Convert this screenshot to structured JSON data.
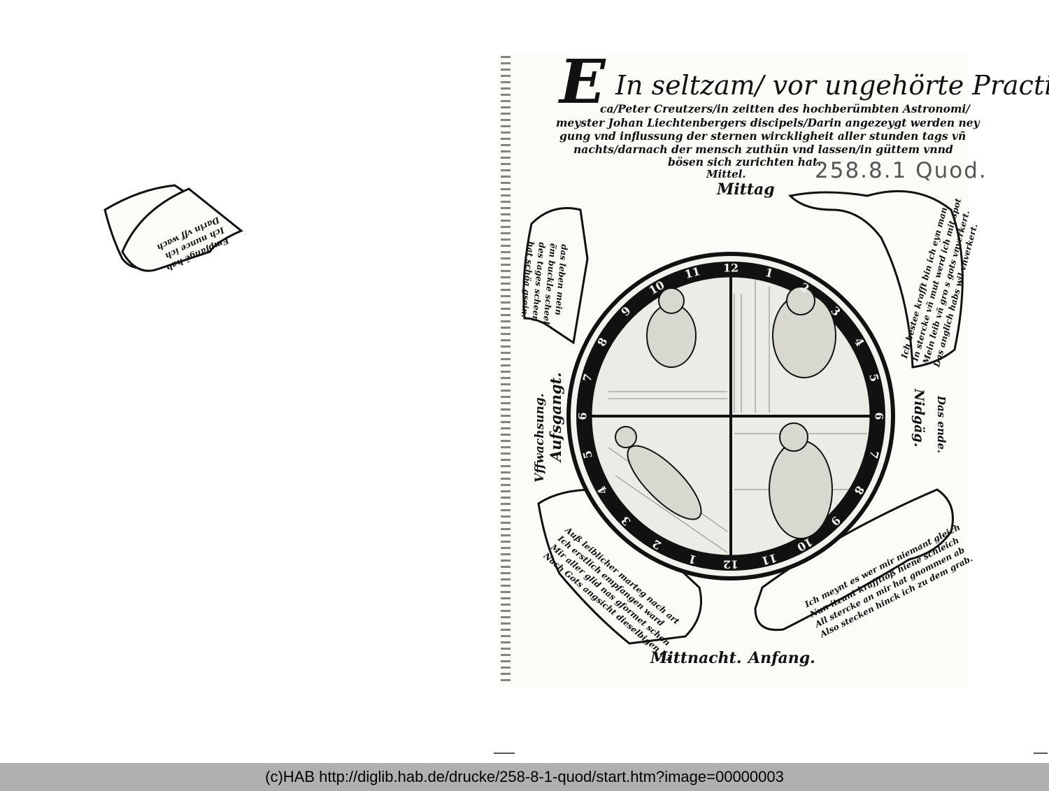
{
  "title": {
    "initial": "E",
    "line1": "In seltzam/ vor ungehörte Practi",
    "lines": [
      "ca/Peter Creutzers/in zeitten des hochberümbten Astronomi/",
      "meyster Johan Liechtenbergers discipels/Darin angezeygt werden ney",
      "gung vnd influssung der sternen wirckligheit aller stunden tags vñ",
      "nachts/darnach der mensch zuthün vnd lassen/in güttem vnnd",
      "bösen sich zurichten hat."
    ],
    "mittel": "Mittel."
  },
  "shelfmark": "258.8.1 Quod.",
  "direction_labels": {
    "mittag": "Mittag",
    "mittnacht": "Mittnacht.",
    "anfang": "Anfang.",
    "left_1": "Vffwachsung.",
    "left_2": "Aufsgangt.",
    "right_1": "Nidgäg.",
    "right_2": "Das ende."
  },
  "clock_numbers": {
    "upper": [
      "12",
      "1",
      "2",
      "3",
      "4",
      "5",
      "6",
      "7",
      "8",
      "9",
      "10",
      "11"
    ],
    "lower": [
      "12",
      "1",
      "2",
      "3",
      "4",
      "5",
      "6",
      "7",
      "8",
      "9",
      "10",
      "11"
    ]
  },
  "scrolls": {
    "top_left": [
      "Empfangē hab",
      "Ich nunce ich",
      "Darin vff wach"
    ],
    "left": [
      "das leben mein",
      "e̅m buckle scheel",
      "des tages scheen",
      "hat schöa gsein."
    ],
    "right": [
      "Ich bestee krafft bin ich eyn man",
      "In stercke vñ mut werd ich mit spot",
      "Mein leib vñ gro s gots vnverkert.",
      "Das anglich habs wil vnverkert."
    ],
    "bottom_left": [
      "Auß leiblicher marteg nach art",
      "Ich erstlich empfangen ward",
      "Mir aller glid nas gformet schon",
      "Nach Gots angsicht dieselbigen h3"
    ],
    "bottom_right": [
      "Ich meynt es wer mir niemant gleich",
      "Nun itzunt krafftloß hiene schleich",
      "All stercke an mir hat gnommen ab",
      "Also stecken hinck ich zu dem grab."
    ]
  },
  "footer": "(c)HAB http://diglib.hab.de/drucke/258-8-1-quod/start.htm?image=00000003"
}
